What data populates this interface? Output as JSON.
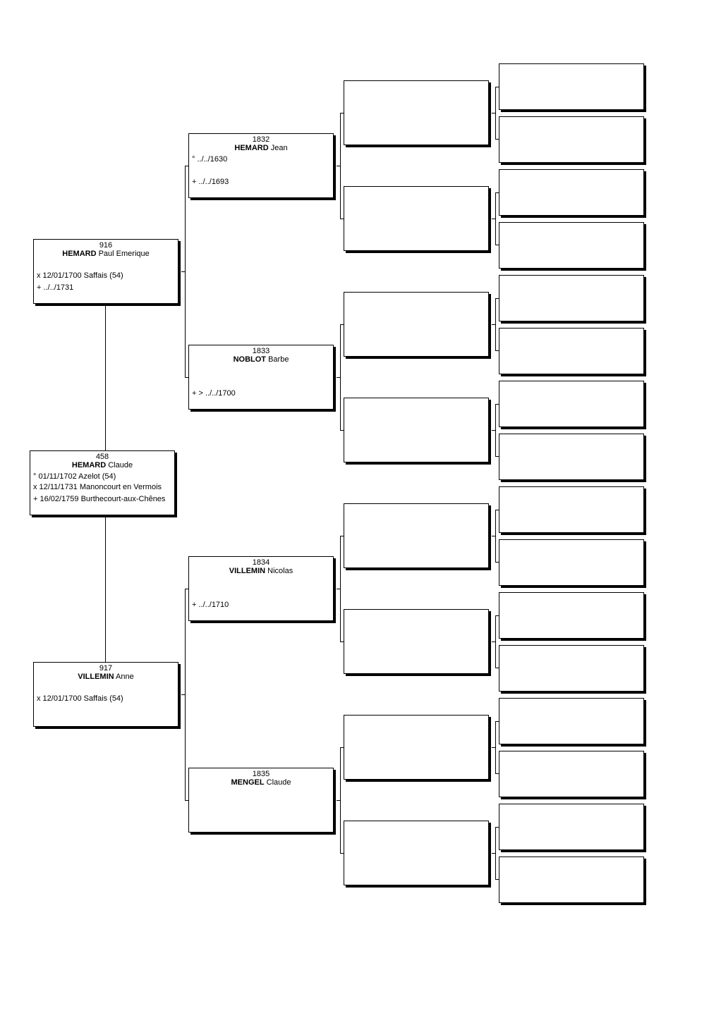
{
  "root": {
    "number": "458",
    "surname": "HEMARD",
    "given": "Claude",
    "events": [
      "° 01/11/1702 Azelot (54)",
      "x 12/11/1731 Manoncourt en Vermois",
      "+ 16/02/1759 Burthecourt-aux-Chênes"
    ]
  },
  "parents": [
    {
      "number": "916",
      "surname": "HEMARD",
      "given": "Paul Emerique",
      "events": [
        "x 12/01/1700 Saffais (54)",
        "+ ../../1731"
      ]
    },
    {
      "number": "917",
      "surname": "VILLEMIN",
      "given": "Anne",
      "events": [
        "x 12/01/1700 Saffais (54)"
      ]
    }
  ],
  "grandparents": [
    {
      "number": "1832",
      "surname": "HEMARD",
      "given": "Jean",
      "events": [
        "° ../../1630",
        "+ ../../1693"
      ]
    },
    {
      "number": "1833",
      "surname": "NOBLOT",
      "given": "Barbe",
      "events": [
        "+ > ../../1700"
      ]
    },
    {
      "number": "1834",
      "surname": "VILLEMIN",
      "given": "Nicolas",
      "events": [
        "+ ../../1710"
      ]
    },
    {
      "number": "1835",
      "surname": "MENGEL",
      "given": "Claude",
      "events": []
    }
  ]
}
